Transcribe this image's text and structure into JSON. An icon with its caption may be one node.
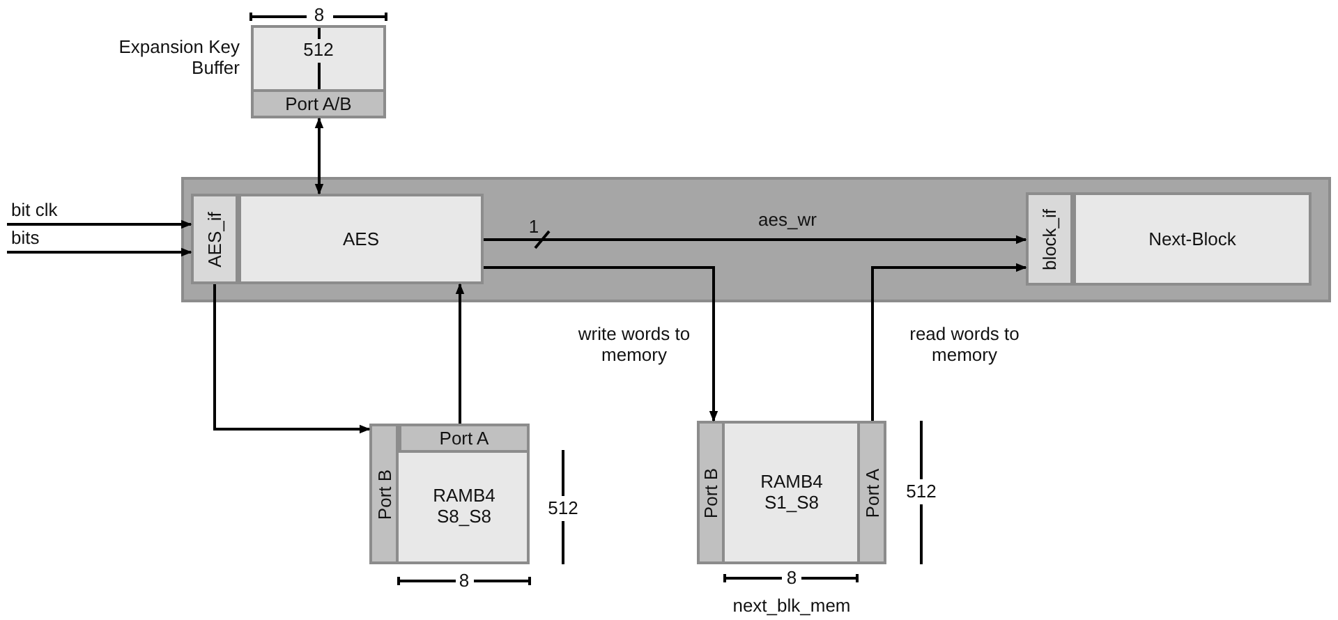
{
  "diagram": {
    "nodes": [
      {
        "text": [
          "Expansion Key Buffer",
          "512"
        ]
      },
      {
        "text": [
          "Port A/B"
        ],
        "in": 0
      },
      {
        "text": [],
        "shape": "box"
      },
      {
        "text": [
          "AES_if"
        ],
        "in": 2
      },
      {
        "text": [
          "AES"
        ],
        "in": 2
      },
      {
        "text": [
          "block_if"
        ],
        "in": 2
      },
      {
        "text": [
          "Next-Block"
        ],
        "in": 2
      },
      {
        "text": [
          "RAMB4 S8_S8"
        ]
      },
      {
        "text": [
          "Port A"
        ],
        "in": 7
      },
      {
        "text": [
          "Port B"
        ],
        "in": 7
      },
      {
        "text": [
          "RAMB4 S1_S8"
        ],
        "beside": [
          "next_blk_mem"
        ]
      },
      {
        "text": [
          "Port B"
        ],
        "in": 10
      },
      {
        "text": [
          "Port A"
        ],
        "in": 10
      }
    ],
    "edges": [
      {
        "from": null,
        "to": 3,
        "arrow": "to",
        "label": "bit clk"
      },
      {
        "from": null,
        "to": 3,
        "arrow": "to",
        "label": "bits"
      },
      {
        "from": 1,
        "to": 4,
        "arrow": "both"
      },
      {
        "from": 4,
        "to": 5,
        "arrow": "to",
        "label": "aes_wr"
      },
      {
        "from": 4,
        "to": 11,
        "arrow": "to",
        "label": "write words to memory"
      },
      {
        "from": 12,
        "to": 5,
        "arrow": "to",
        "label": "read words to memory"
      },
      {
        "from": 3,
        "to": 9,
        "arrow": "to"
      },
      {
        "from": 8,
        "to": 4,
        "arrow": "to"
      }
    ],
    "labels": [
      "8",
      "1",
      "512",
      "512",
      "8",
      "8"
    ]
  }
}
